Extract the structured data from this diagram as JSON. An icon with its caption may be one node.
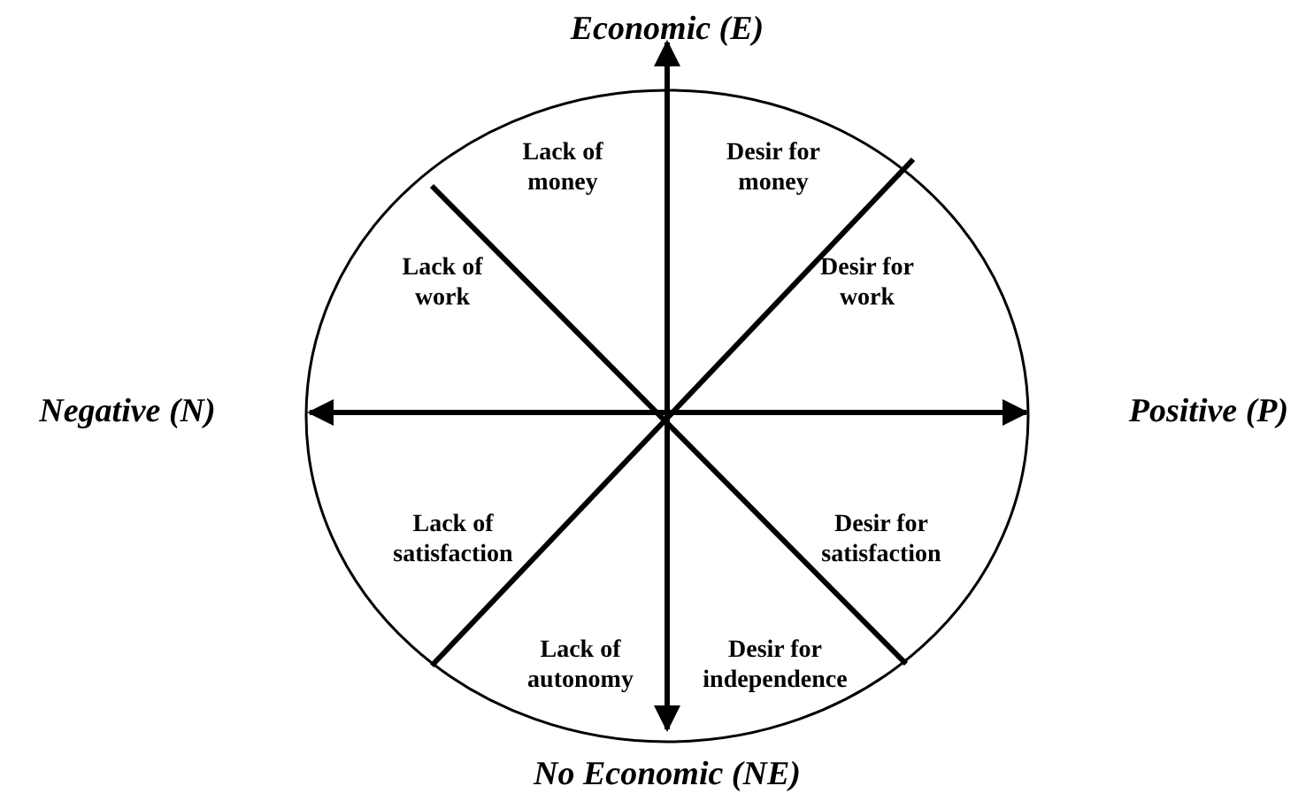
{
  "diagram": {
    "labels": [
      "Economic (E)",
      "Lack of money",
      "Desir for money",
      "Lack of work",
      "Desir for work",
      "Negative (N)",
      "Positive (P)",
      "Lack of satisfaction",
      "Desir for satisfaction",
      "Lack of autonomy",
      "Desir for independence",
      "No Economic (NE)"
    ]
  }
}
